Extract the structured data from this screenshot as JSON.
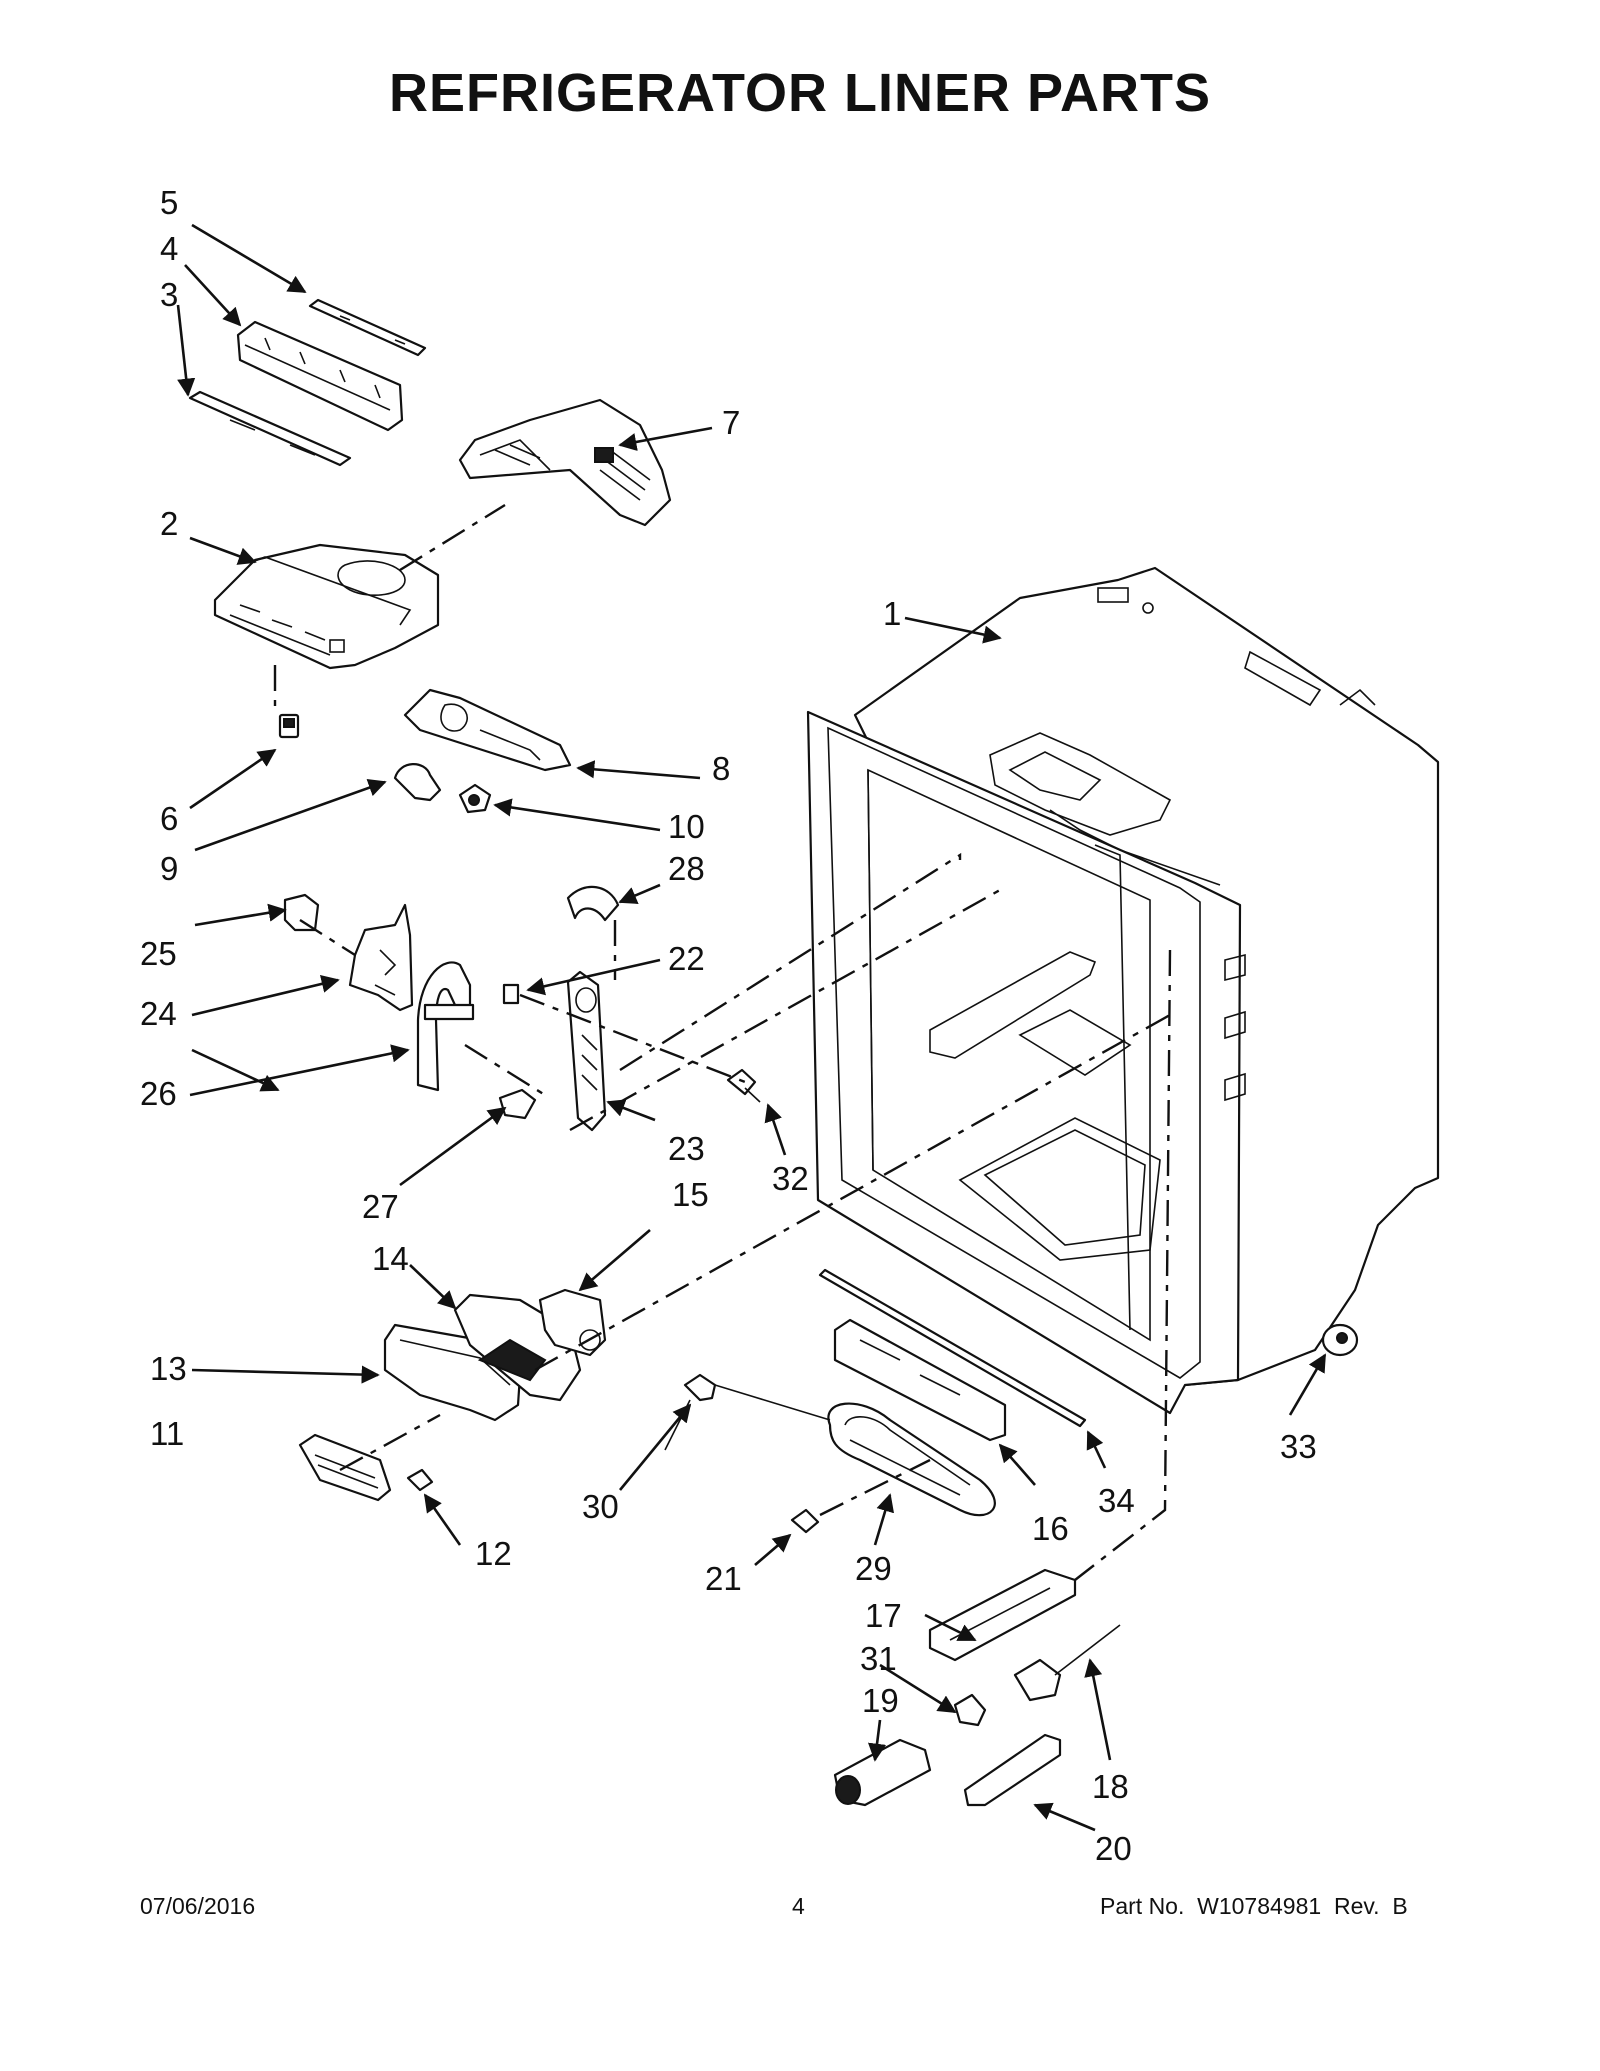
{
  "title": "REFRIGERATOR LINER PARTS",
  "callouts": [
    "1",
    "2",
    "3",
    "4",
    "5",
    "6",
    "7",
    "8",
    "9",
    "10",
    "11",
    "12",
    "13",
    "14",
    "15",
    "16",
    "17",
    "18",
    "19",
    "20",
    "21",
    "22",
    "23",
    "24",
    "25",
    "26",
    "27",
    "28",
    "29",
    "30",
    "31",
    "32",
    "33",
    "34"
  ],
  "footer": {
    "date": "07/06/2016",
    "page": "4",
    "part_no": "Part No.  W10784981  Rev.  B"
  }
}
